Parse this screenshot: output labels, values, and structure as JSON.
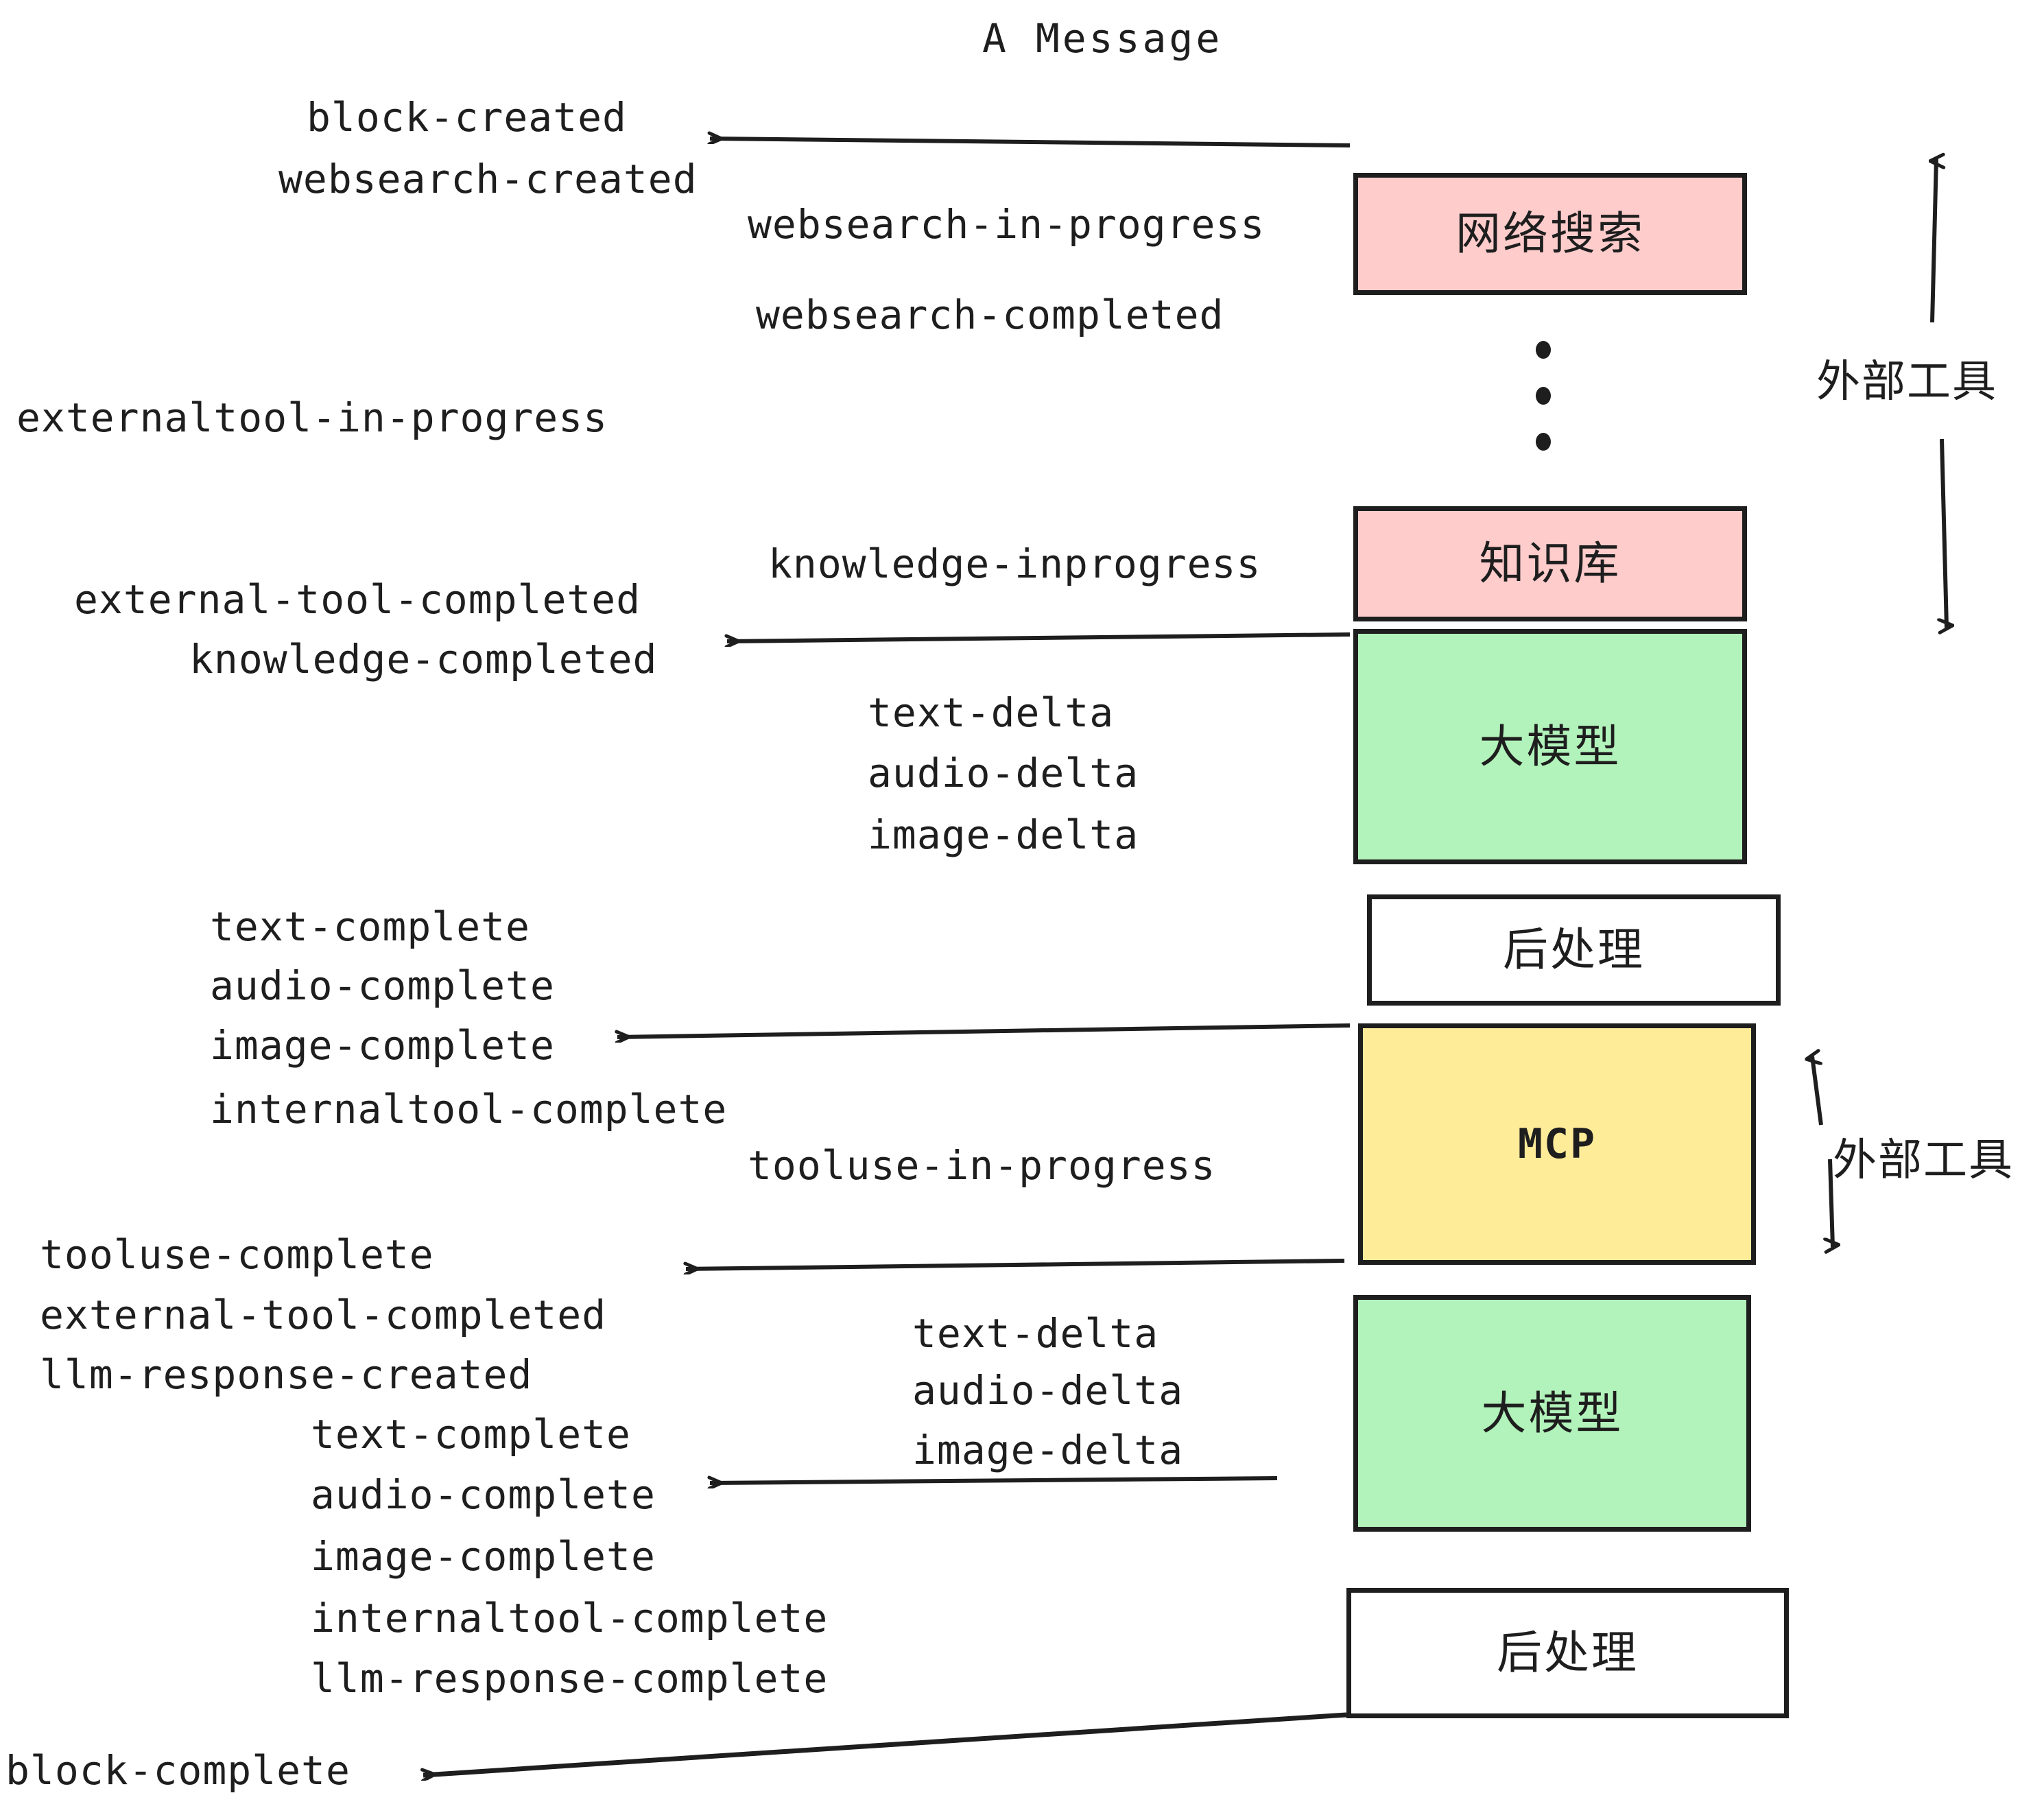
{
  "title": "A Message",
  "colors": {
    "stroke": "#1e1e1e",
    "pink": "#ffcccc",
    "green": "#b2f2bb",
    "yellow": "#ffec99",
    "white": "#ffffff",
    "background": "#ffffff"
  },
  "boxes": [
    {
      "id": "websearch",
      "label": "网络搜索",
      "fill": "#ffcccc"
    },
    {
      "id": "knowledgebase",
      "label": "知识库",
      "fill": "#ffcccc"
    },
    {
      "id": "llm-upper",
      "label": "大模型",
      "fill": "#b2f2bb"
    },
    {
      "id": "postprocess-upper",
      "label": "后处理",
      "fill": "#ffffff"
    },
    {
      "id": "mcp",
      "label": "MCP",
      "fill": "#ffec99"
    },
    {
      "id": "llm-lower",
      "label": "大模型",
      "fill": "#b2f2bb"
    },
    {
      "id": "postprocess-lower",
      "label": "后处理",
      "fill": "#ffffff"
    }
  ],
  "side_labels": [
    {
      "id": "external-tools-top",
      "label": "外部工具"
    },
    {
      "id": "external-tools-bottom",
      "label": "外部工具"
    }
  ],
  "events": [
    {
      "id": "block-created",
      "text": "block-created"
    },
    {
      "id": "websearch-created",
      "text": "websearch-created"
    },
    {
      "id": "websearch-in-progress",
      "text": "websearch-in-progress"
    },
    {
      "id": "websearch-completed",
      "text": "websearch-completed"
    },
    {
      "id": "externaltool-in-progress",
      "text": "externaltool-in-progress"
    },
    {
      "id": "knowledge-inprogress",
      "text": "knowledge-inprogress"
    },
    {
      "id": "external-tool-completed-1",
      "text": "external-tool-completed"
    },
    {
      "id": "knowledge-completed",
      "text": "knowledge-completed"
    },
    {
      "id": "text-delta-1",
      "text": "text-delta"
    },
    {
      "id": "audio-delta-1",
      "text": "audio-delta"
    },
    {
      "id": "image-delta-1",
      "text": "image-delta"
    },
    {
      "id": "text-complete-1",
      "text": "text-complete"
    },
    {
      "id": "audio-complete-1",
      "text": "audio-complete"
    },
    {
      "id": "image-complete-1",
      "text": "image-complete"
    },
    {
      "id": "internaltool-complete-1",
      "text": "internaltool-complete"
    },
    {
      "id": "tooluse-in-progress",
      "text": "tooluse-in-progress"
    },
    {
      "id": "tooluse-complete",
      "text": "tooluse-complete"
    },
    {
      "id": "external-tool-completed-2",
      "text": "external-tool-completed"
    },
    {
      "id": "llm-response-created",
      "text": "llm-response-created"
    },
    {
      "id": "text-complete-2",
      "text": "text-complete"
    },
    {
      "id": "text-delta-2",
      "text": "text-delta"
    },
    {
      "id": "audio-delta-2",
      "text": "audio-delta"
    },
    {
      "id": "image-delta-2",
      "text": "image-delta"
    },
    {
      "id": "audio-complete-2",
      "text": "audio-complete"
    },
    {
      "id": "image-complete-2",
      "text": "image-complete"
    },
    {
      "id": "internaltool-complete-2",
      "text": "internaltool-complete"
    },
    {
      "id": "llm-response-complete",
      "text": "llm-response-complete"
    },
    {
      "id": "block-complete",
      "text": "block-complete"
    }
  ]
}
